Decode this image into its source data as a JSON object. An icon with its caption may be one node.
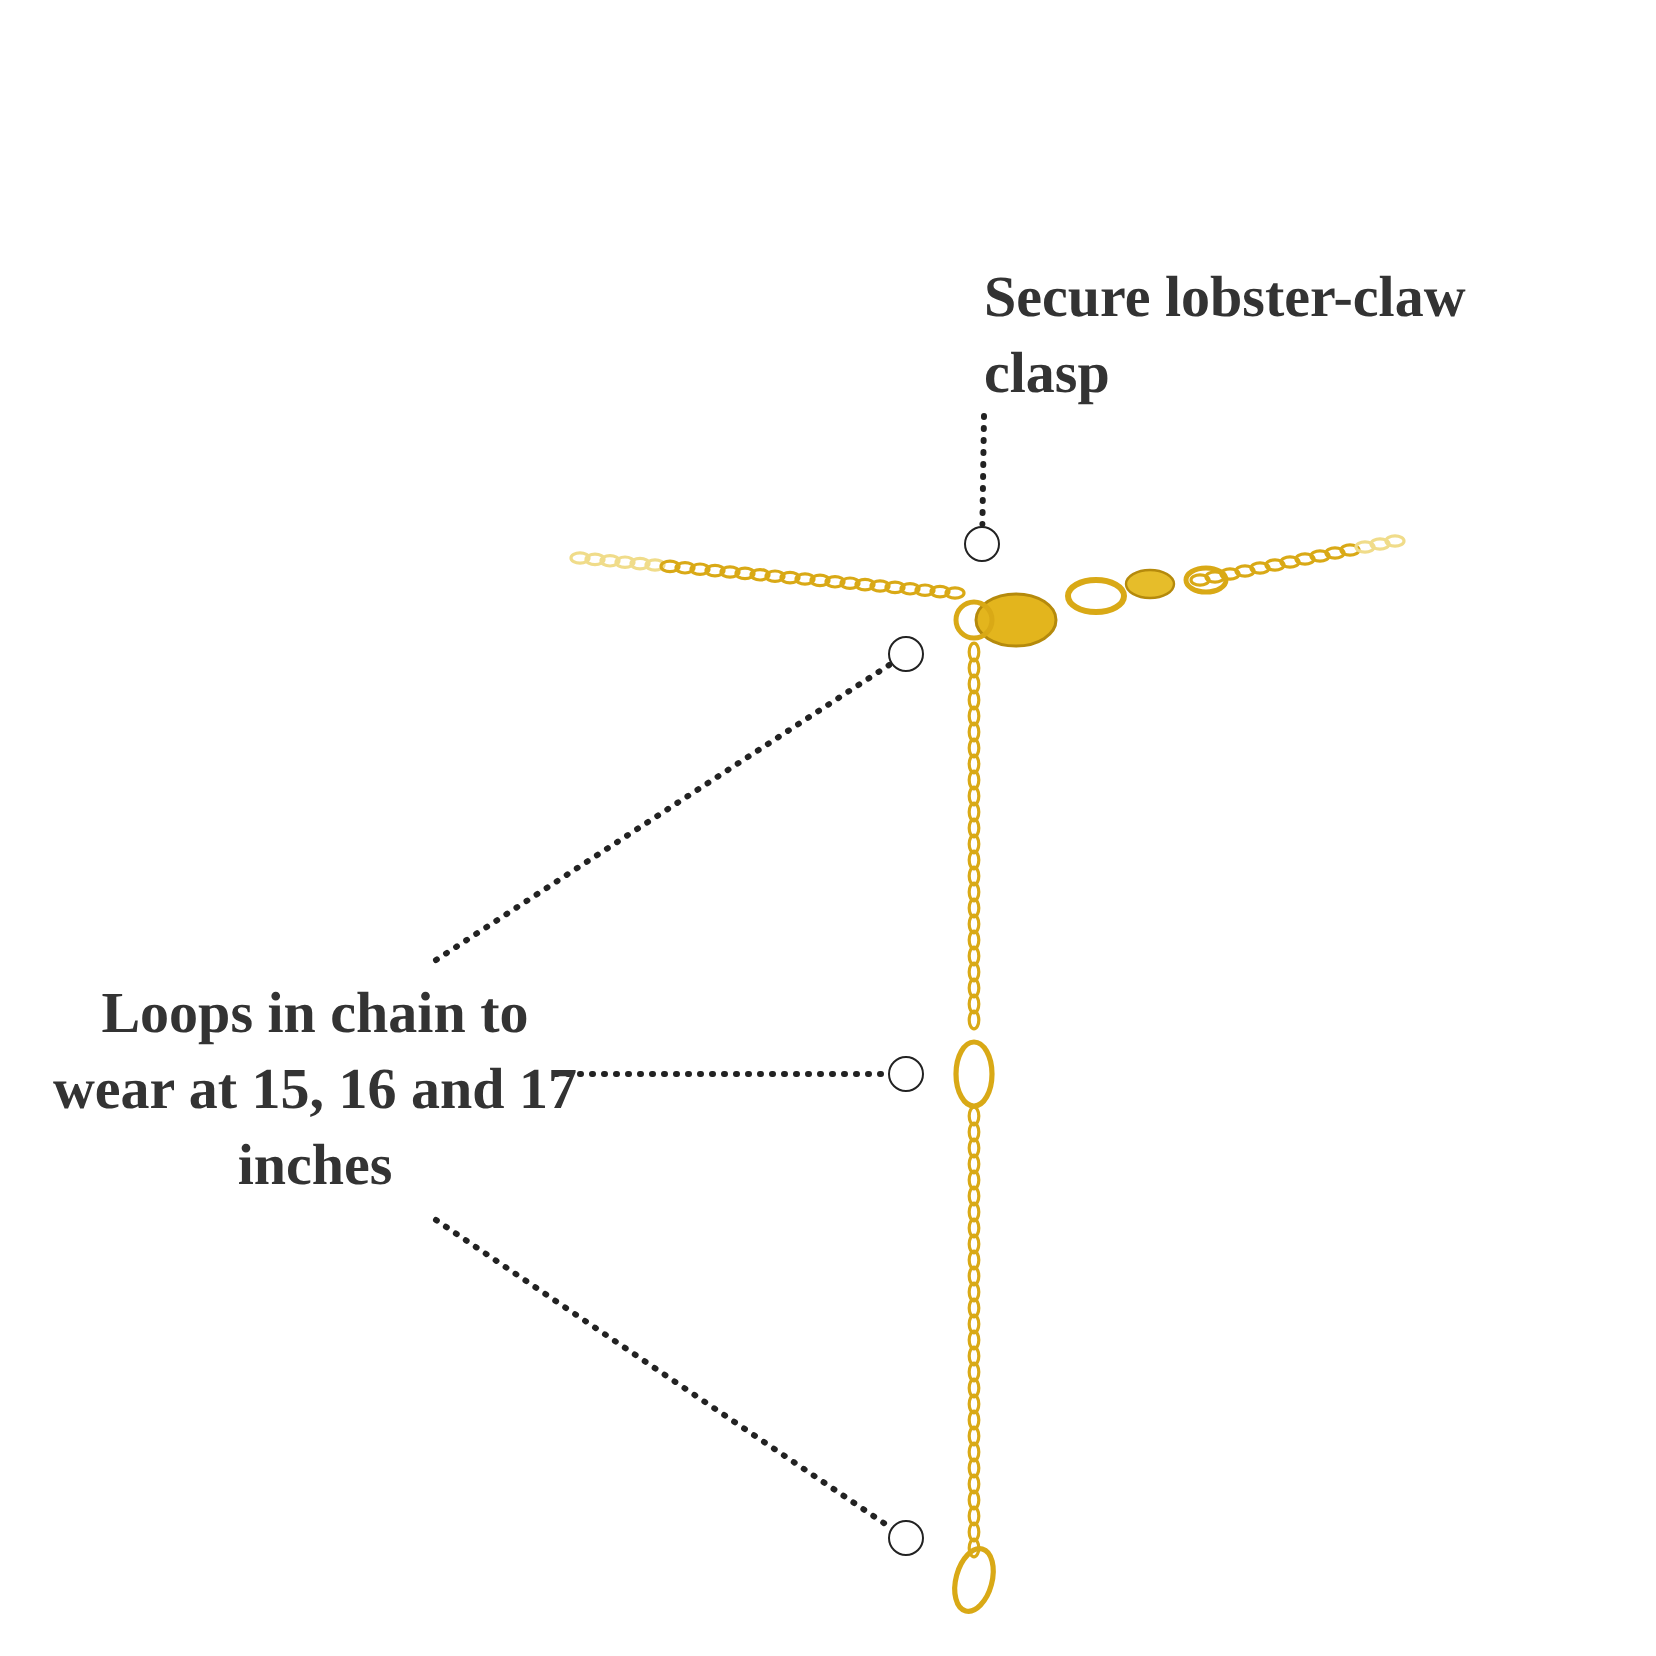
{
  "diagram": {
    "nodes": [
      {
        "text": [
          "Secure lobster-claw clasp"
        ]
      },
      {
        "text": [],
        "shape": "circle"
      },
      {
        "text": [
          "Loops in chain to wear at 15, 16 and 17 inches"
        ]
      },
      {
        "text": [],
        "shape": "circle"
      },
      {
        "text": [],
        "shape": "circle"
      },
      {
        "text": [],
        "shape": "circle"
      }
    ],
    "edges": [
      {
        "from": 0,
        "to": 1,
        "arrow": "none",
        "style": "dashed"
      },
      {
        "from": 2,
        "to": 3,
        "arrow": "none",
        "style": "dashed"
      },
      {
        "from": 2,
        "to": 4,
        "arrow": "none",
        "style": "dashed"
      },
      {
        "from": 2,
        "to": 5,
        "arrow": "none",
        "style": "dashed"
      }
    ]
  }
}
